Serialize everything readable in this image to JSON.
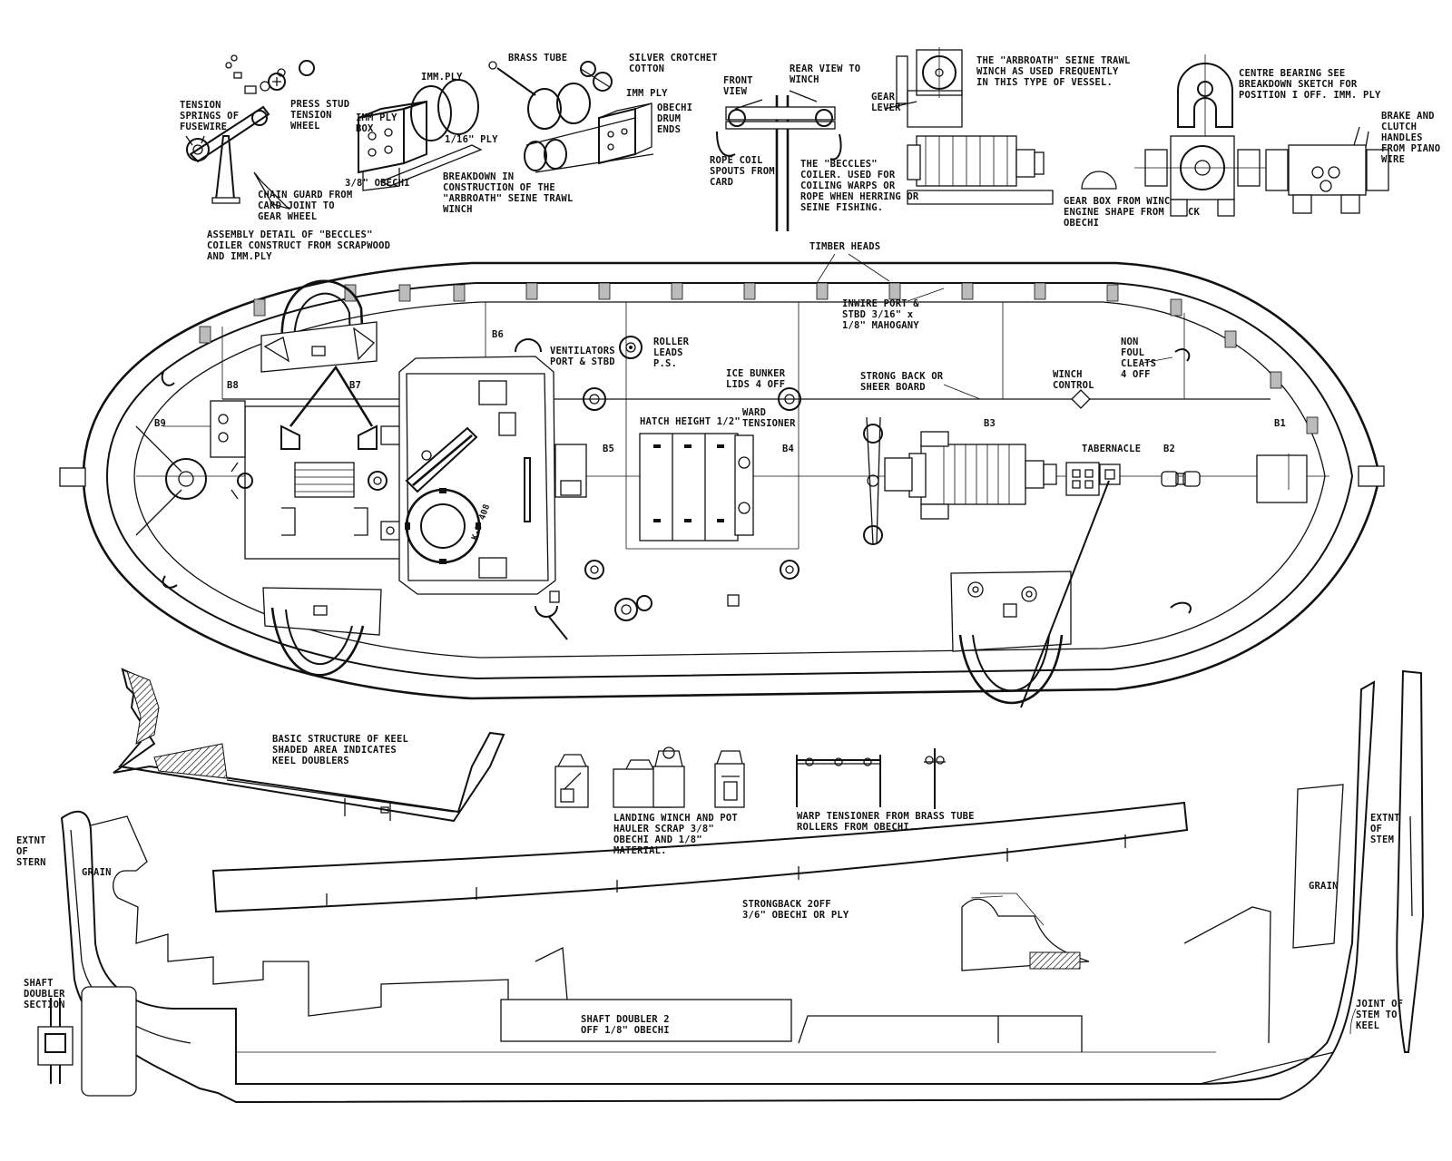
{
  "labels": {
    "beccles_tension_springs": "TENSION SPRINGS OF FUSEWIRE",
    "beccles_press_stud": "PRESS STUD TENSION WHEEL",
    "beccles_chain_guard": "CHAIN GUARD FROM CARD JOINT TO GEAR WHEEL",
    "beccles_assembly": "ASSEMBLY DETAIL OF \"BECCLES\" COILER CONSTRUCT FROM SCRAPWOOD AND IMM.PLY",
    "imm_ply_box": "IMM PLY BOX",
    "imm_ply": "IMM.PLY",
    "ply_116": "1/16\" PLY",
    "obechi_38": "3/8\" OBECHI",
    "breakdown_arbroath": "BREAKDOWN IN CONSTRUCTION OF THE \"ARBROATH\" SEINE TRAWL WINCH",
    "brass_tube": "BRASS TUBE",
    "silver_crotchet": "SILVER CROTCHET COTTON",
    "imm_ply_2": "IMM PLY",
    "obechi_drum_ends": "OBECHI DRUM ENDS",
    "front_view": "FRONT VIEW",
    "rear_view": "REAR VIEW TO WINCH",
    "rope_coil_spouts": "ROPE COIL SPOUTS FROM CARD",
    "beccles_coiler": "THE \"BECCLES\" COILER. USED FOR COILING WARPS OR ROPE WHEN HERRING OR SEINE FISHING.",
    "arbroath_winch": "THE \"ARBROATH\" SEINE TRAWL WINCH AS USED FREQUENTLY IN THIS TYPE OF VESSEL.",
    "gear_lever": "GEAR LEVER",
    "gear_box": "GEAR BOX FROM WINCH ENGINE SHAPE FROM BLOCK OBECHI",
    "centre_bearing": "CENTRE BEARING SEE BREAKDOWN SKETCH FOR POSITION I OFF. IMM. PLY",
    "brake_clutch": "BRAKE AND CLUTCH HANDLES FROM PIANO WIRE",
    "timber_heads": "TIMBER HEADS",
    "inwire": "INWIRE PORT & STBD 3/16\" x 1/8\" MAHOGANY",
    "ventilators": "VENTILATORS PORT & STBD",
    "roller_leads": "ROLLER LEADS P.S.",
    "ice_bunker": "ICE BUNKER LIDS 4 OFF",
    "strong_back": "STRONG BACK OR SHEER BOARD",
    "non_foul_cleats": "NON FOUL CLEATS 4 OFF",
    "winch_control": "WINCH CONTROL",
    "hatch_height": "HATCH HEIGHT 1/2\"",
    "ward_tensioner": "WARD TENSIONER",
    "tabernacle": "TABERNACLE",
    "b1": "B1",
    "b2": "B2",
    "b3": "B3",
    "b4": "B4",
    "b5": "B5",
    "b6": "B6",
    "b7": "B7",
    "b8": "B8",
    "b9": "B9",
    "basic_structure": "BASIC STRUCTURE OF KEEL SHADED AREA INDICATES KEEL DOUBLERS",
    "landing_winch": "LANDING WINCH AND POT HAULER SCRAP 3/8\" OBECHI AND 1/8\" MATERIAL.",
    "warp_tensioner": "WARP TENSIONER FROM BRASS TUBE ROLLERS FROM OBECHI.",
    "extnt_stern": "EXTNT OF STERN",
    "grain_1": "GRAIN",
    "grain_2": "GRAIN",
    "extnt_stem": "EXTNT OF STEM",
    "strongback": "STRONGBACK 2OFF 3/6\" OBECHI OR PLY",
    "shaft_doubler_section": "SHAFT DOUBLER SECTION",
    "shaft_doubler": "SHAFT DOUBLER 2 OFF 1/8\" OBECHI",
    "joint_stem_keel": "JOINT OF STEM TO KEEL",
    "lifebuoy": "K-Y 408"
  }
}
